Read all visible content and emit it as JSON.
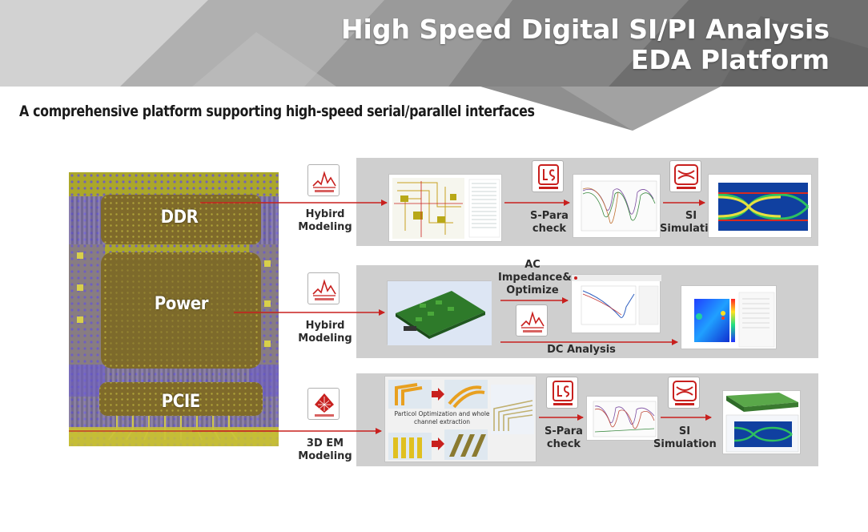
{
  "header": {
    "title_line1": "High Speed Digital SI/PI Analysis",
    "title_line2": "EDA Platform"
  },
  "subtitle": "A comprehensive platform supporting high-speed serial/parallel interfaces",
  "pcb_regions": {
    "ddr": "DDR",
    "power": "Power",
    "pcie": "PCIE"
  },
  "rows": {
    "ddr": {
      "modeling_label_1": "Hybird",
      "modeling_label_2": "Modeling",
      "step1_label_1": "S-Para",
      "step1_label_2": "check",
      "step2_label_1": "SI",
      "step2_label_2": "Simulation"
    },
    "power": {
      "modeling_label_1": "Hybird",
      "modeling_label_2": "Modeling",
      "ac_label_1": "AC",
      "ac_label_2": "Impedance&",
      "ac_label_3": "Optimize",
      "dc_label": "DC Analysis"
    },
    "pcie": {
      "modeling_label_1": "3D EM",
      "modeling_label_2": "Modeling",
      "extract_caption_1": "Particol Optimization and whole",
      "extract_caption_2": "channel extraction",
      "step1_label_1": "S-Para",
      "step1_label_2": "check",
      "step2_label_1": "SI",
      "step2_label_2": "Simulation"
    }
  },
  "colors": {
    "arrow": "#c8201e",
    "panel": "#cfcfcf",
    "pcb_green": "#a8a020",
    "pcb_purple": "#6a5acd"
  }
}
